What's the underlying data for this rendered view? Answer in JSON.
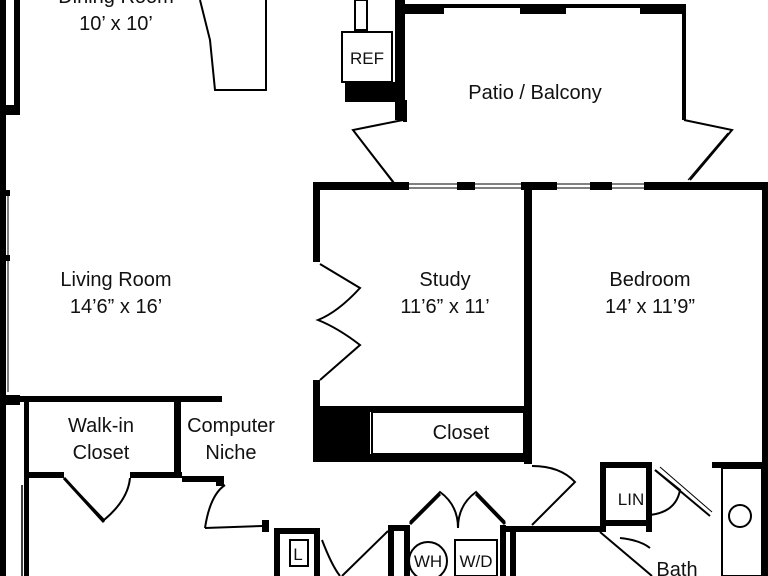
{
  "rooms": {
    "dining": {
      "name": "Dining Room",
      "size": "10’ x 10’"
    },
    "living": {
      "name": "Living Room",
      "size": "14’6” x 16’"
    },
    "study": {
      "name": "Study",
      "size": "11’6” x 11’"
    },
    "bedroom": {
      "name": "Bedroom",
      "size": "14’ x 11’9”"
    },
    "patio": {
      "name": "Patio / Balcony"
    },
    "walkin": {
      "line1": "Walk-in",
      "line2": "Closet"
    },
    "niche": {
      "line1": "Computer",
      "line2": "Niche"
    },
    "closet": {
      "name": "Closet"
    },
    "bath": {
      "name": "Bath"
    }
  },
  "fixtures": {
    "ref": "REF",
    "lin": "LIN",
    "wh": "WH",
    "wd": "W/D",
    "l": "L"
  },
  "colors": {
    "wall": "#000000",
    "background": "#ffffff"
  }
}
